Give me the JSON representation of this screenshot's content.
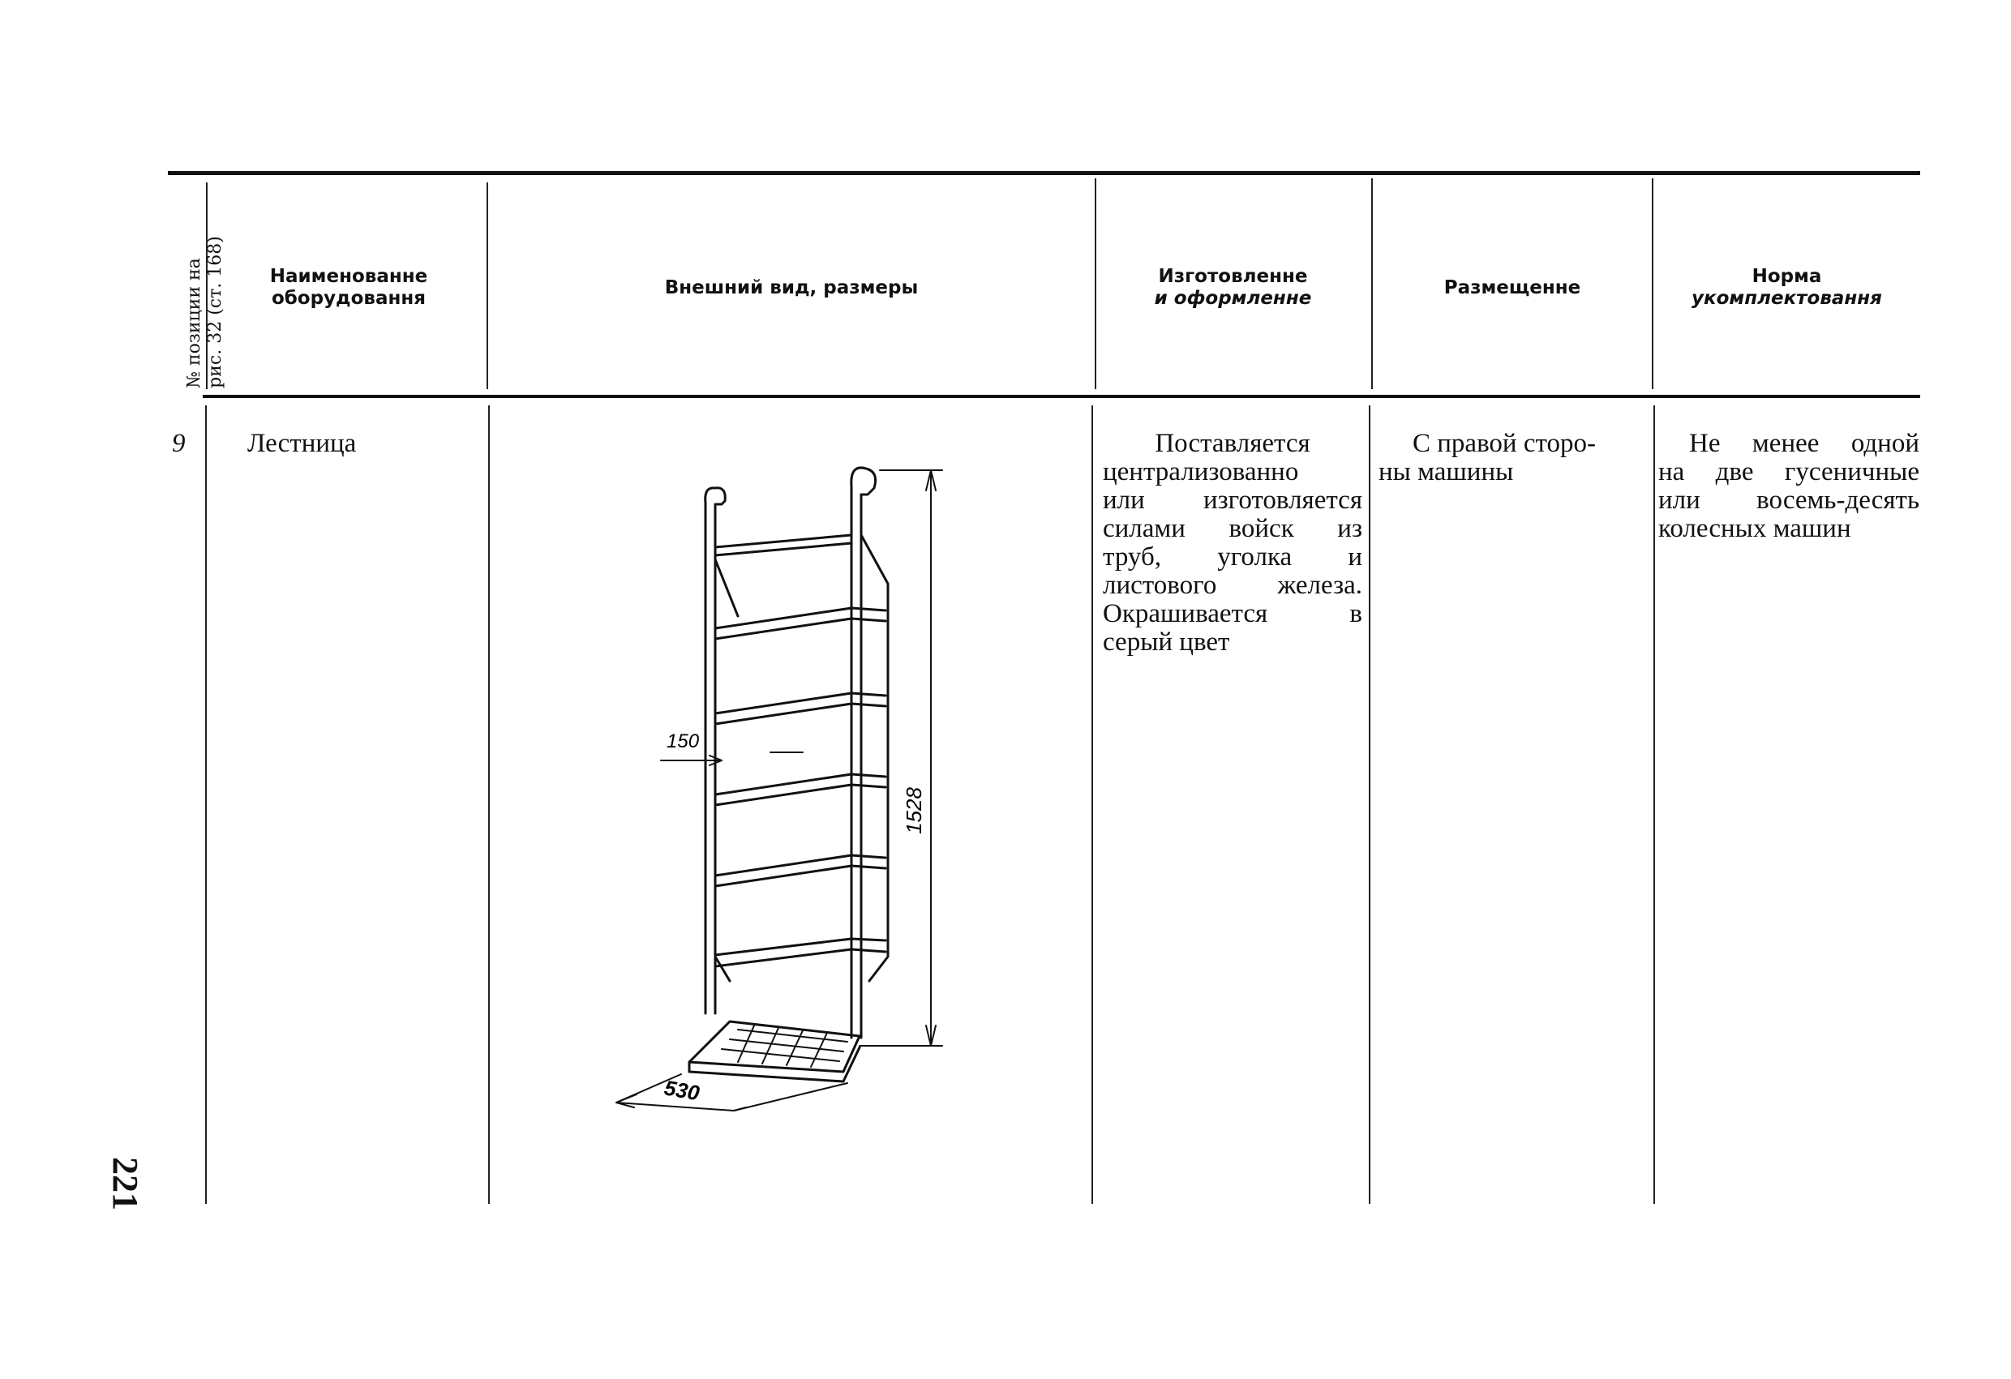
{
  "table": {
    "headers": {
      "position": [
        "№ позиции на",
        "рис. 32 (ст. 168)"
      ],
      "name": [
        "Наименованне",
        "оборудовання"
      ],
      "appearance": "Внешний вид, размеры",
      "manufacture": [
        "Изготовленне",
        "и оформленне"
      ],
      "placement": "Размещенне",
      "norm": [
        "Норма",
        "укомплектовання"
      ]
    },
    "row": {
      "position": "9",
      "name": "Лестница",
      "manufacture_lines": [
        "Поставляется",
        "централизованно",
        "или изготовляется",
        "силами войск из",
        "труб, уголка и",
        "листового железа.",
        "Окрашивается в",
        "серый цвет"
      ],
      "placement_lines": [
        "С правой сторо-",
        "ны машины"
      ],
      "norm_lines": [
        "Не менее одной",
        "на две гусеничные",
        "или восемь-десять",
        "колесных машин"
      ]
    }
  },
  "drawing": {
    "dimension_height": "1528",
    "dimension_step": "150",
    "dimension_base": "530"
  },
  "page_number": "221"
}
